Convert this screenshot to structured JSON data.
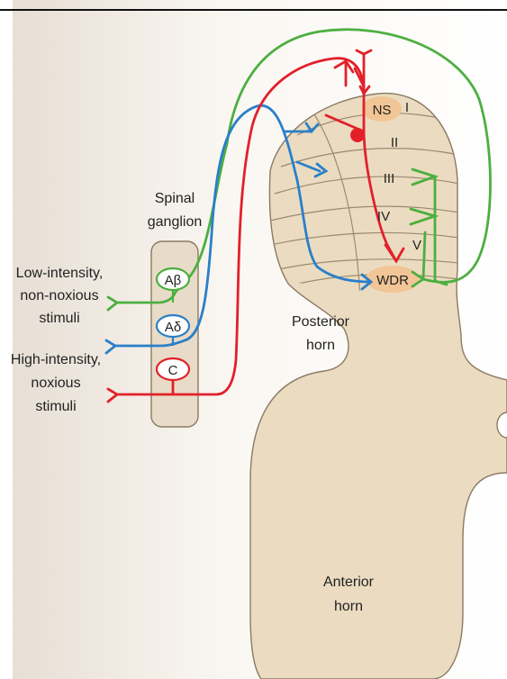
{
  "ganglion": {
    "title_line1": "Spinal",
    "title_line2": "ganglion"
  },
  "stimuli": {
    "low": [
      "Low-intensity,",
      "non-noxious",
      "stimuli"
    ],
    "high": [
      "High-intensity,",
      "noxious",
      "stimuli"
    ]
  },
  "fibers": {
    "a_beta": "Aβ",
    "a_delta": "Aδ",
    "c": "C"
  },
  "laminae": [
    "I",
    "II",
    "III",
    "IV",
    "V"
  ],
  "neurons": {
    "ns": "NS",
    "wdr": "WDR"
  },
  "regions": {
    "posterior": [
      "Posterior",
      "horn"
    ],
    "anterior": [
      "Anterior",
      "horn"
    ]
  },
  "colors": {
    "low_intensity_fiber": "#4caf3f",
    "a_delta_fiber": "#2a7fc9",
    "c_fiber": "#e2202a",
    "grey_matter": "#ebdcc1",
    "neuron_highlight": "#f1c595"
  }
}
